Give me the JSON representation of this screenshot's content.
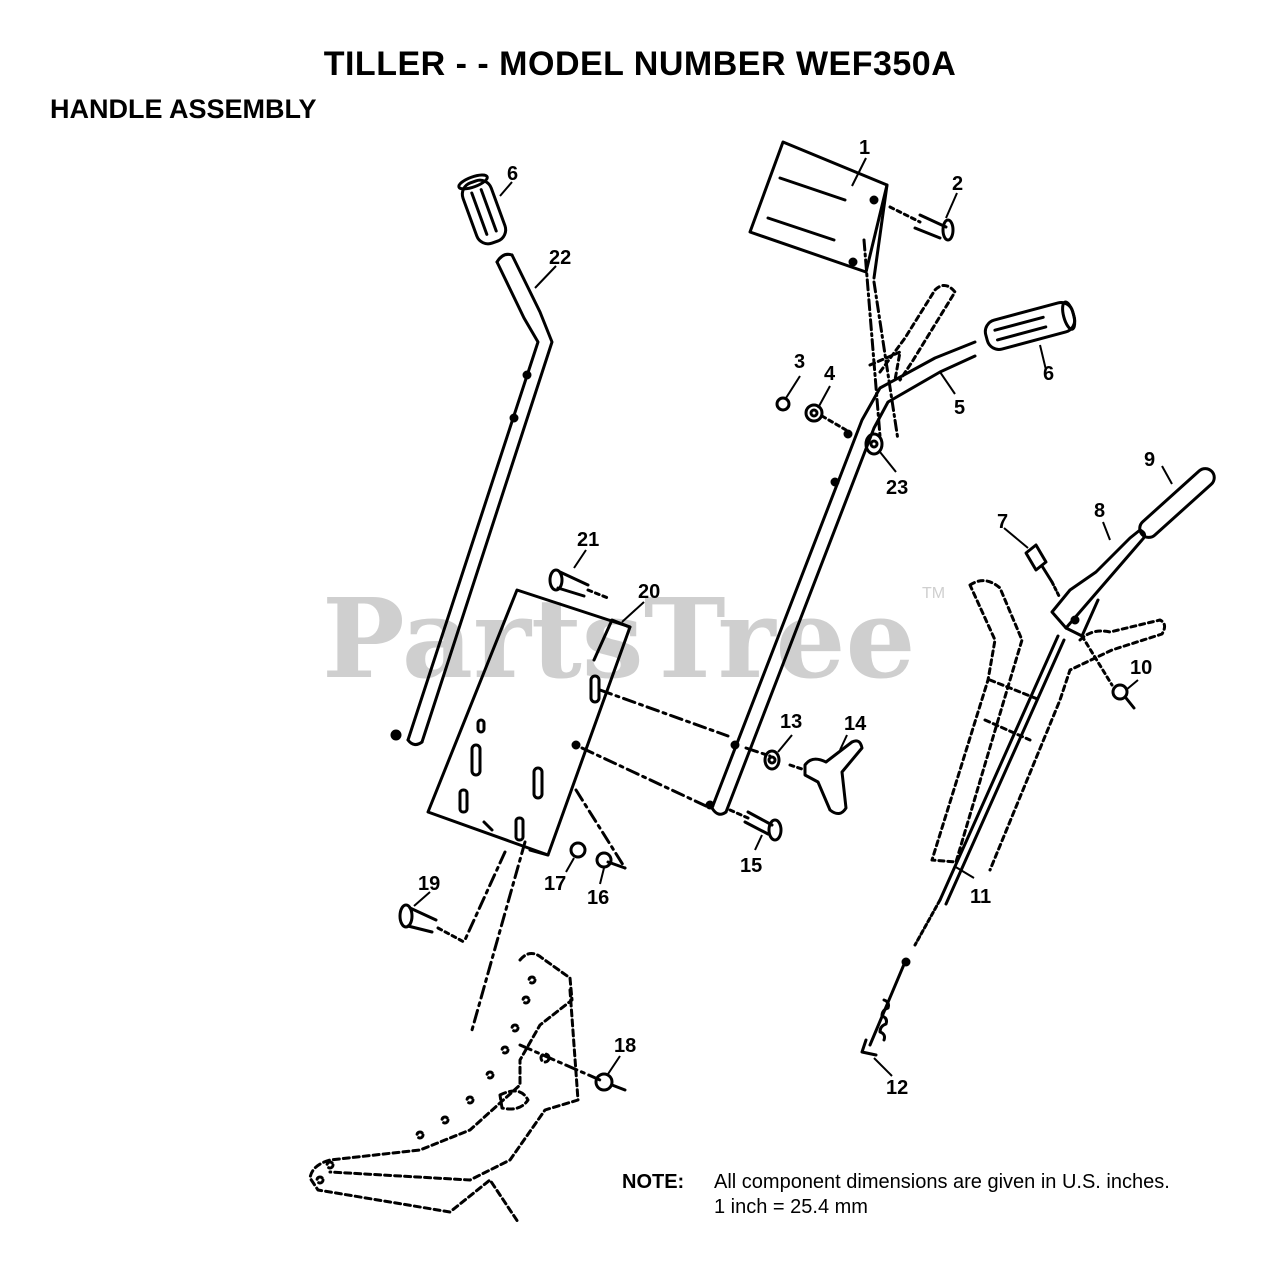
{
  "header": {
    "title": "TILLER - - MODEL NUMBER WEF350A",
    "section": "HANDLE ASSEMBLY"
  },
  "watermark": {
    "brand": "PartsTree",
    "mark": "TM"
  },
  "callouts": {
    "c1": "1",
    "c2": "2",
    "c3": "3",
    "c4": "4",
    "c5": "5",
    "c6a": "6",
    "c6b": "6",
    "c7": "7",
    "c8": "8",
    "c9": "9",
    "c10": "10",
    "c11": "11",
    "c12": "12",
    "c13": "13",
    "c14": "14",
    "c15": "15",
    "c16": "16",
    "c17": "17",
    "c18": "18",
    "c19": "19",
    "c20": "20",
    "c21": "21",
    "c22": "22",
    "c23": "23"
  },
  "note": {
    "label": "NOTE:",
    "line1": "All component dimensions are given in U.S. inches.",
    "line2": "1 inch = 25.4 mm"
  }
}
